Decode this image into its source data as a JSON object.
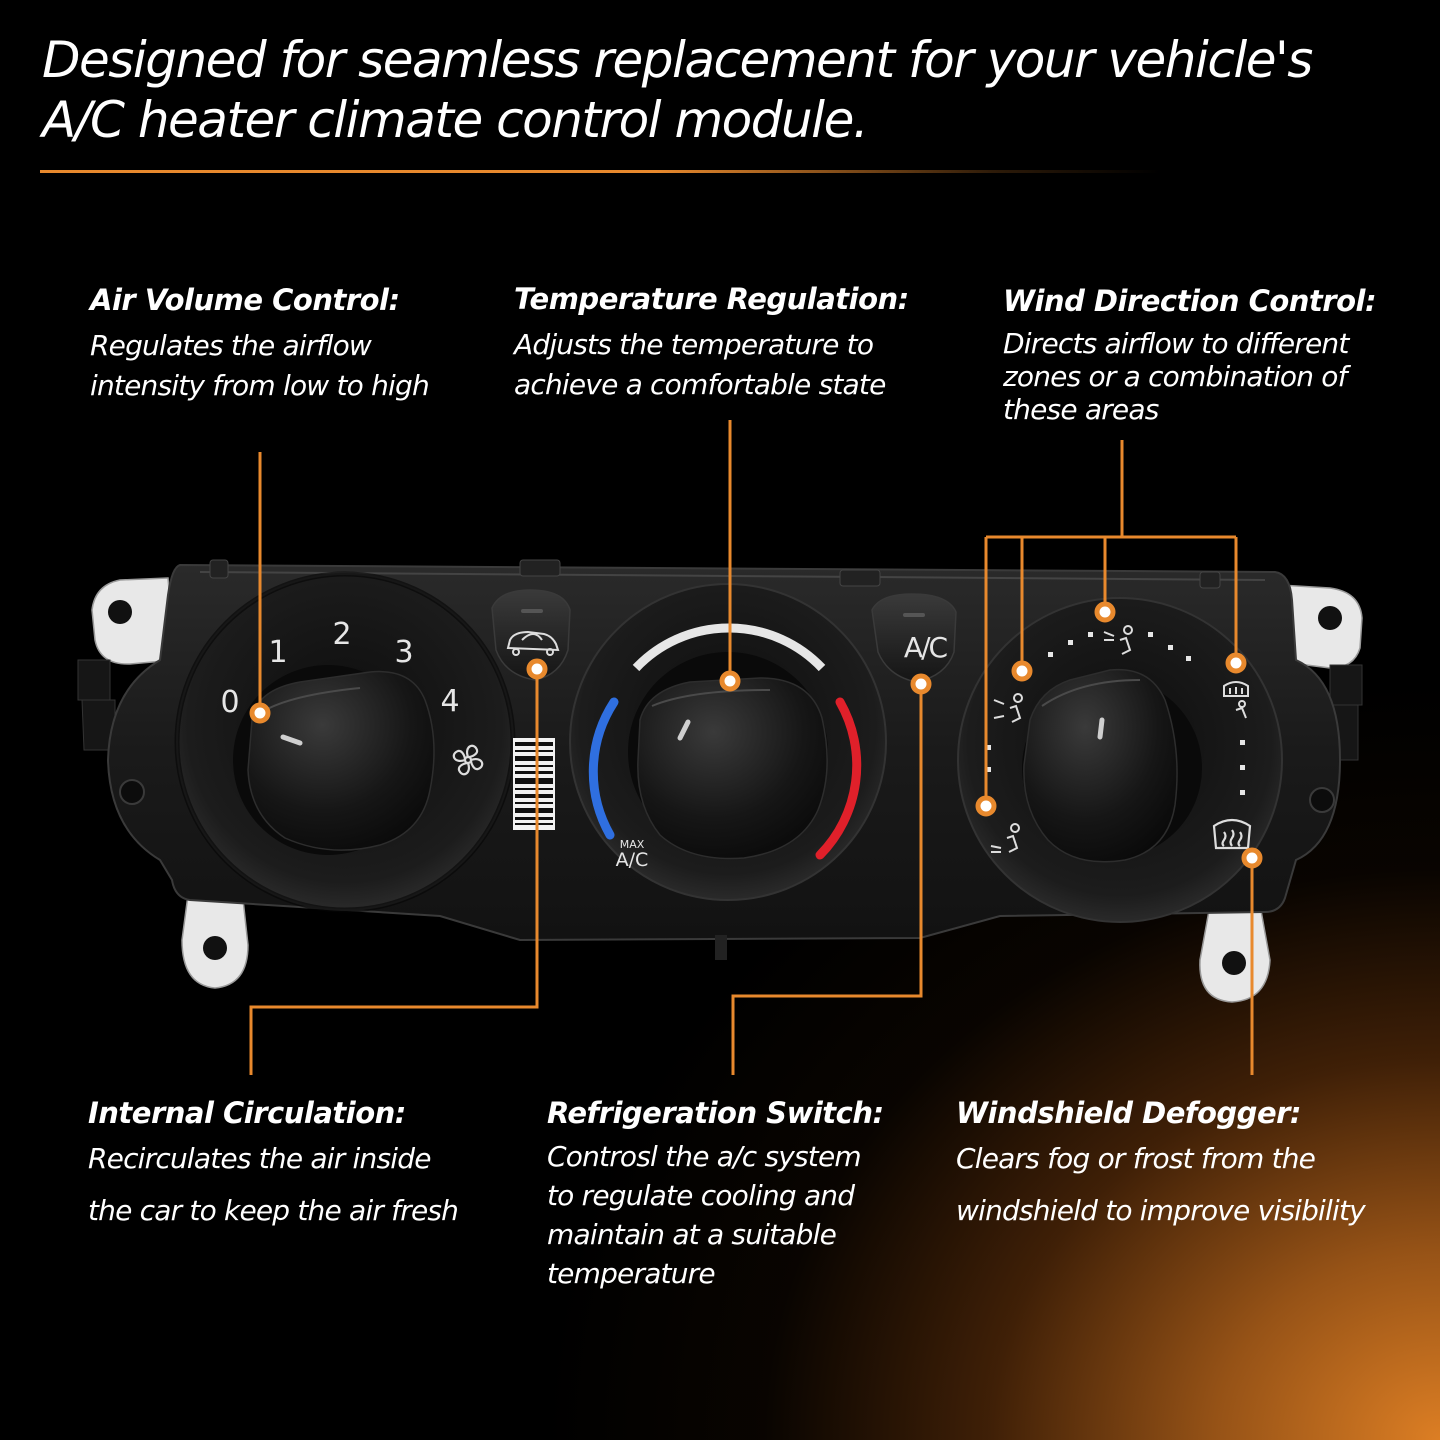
{
  "headline": {
    "line1": "Designed for seamless replacement for your vehicle's",
    "line2": "A/C heater climate control module."
  },
  "callouts": {
    "air_volume": {
      "title": "Air Volume Control:",
      "desc": [
        "Regulates the airflow",
        "intensity from low to high"
      ]
    },
    "temperature": {
      "title": "Temperature Regulation:",
      "desc": [
        "Adjusts the temperature to",
        "achieve a comfortable state"
      ]
    },
    "wind_direction": {
      "title": "Wind Direction Control:",
      "desc": [
        "Directs airflow to different",
        "zones or a combination of",
        "these areas"
      ]
    },
    "internal_circulation": {
      "title": "Internal Circulation:",
      "desc": [
        "Recirculates the air inside",
        "the car to keep the air fresh"
      ]
    },
    "refrigeration": {
      "title": "Refrigeration Switch:",
      "desc": [
        "Controsl the a/c system",
        "to regulate cooling and",
        "maintain at a suitable",
        "temperature"
      ]
    },
    "windshield": {
      "title": "Windshield Defogger:",
      "desc": [
        "Clears fog or frost from the",
        "windshield to improve visibility"
      ]
    }
  },
  "panel": {
    "fan_speeds": [
      "0",
      "1",
      "2",
      "3",
      "4"
    ],
    "ac_button_label": "A/C",
    "max_label": "MAX",
    "max_ac_label": "A/C"
  },
  "colors": {
    "accent": "#e8892d",
    "cold": "#2f6fe0",
    "hot": "#e0202a"
  },
  "icons": [
    "fan-icon",
    "recirculation-icon",
    "vent-face-icon",
    "vent-feet-icon",
    "defrost-icon"
  ]
}
